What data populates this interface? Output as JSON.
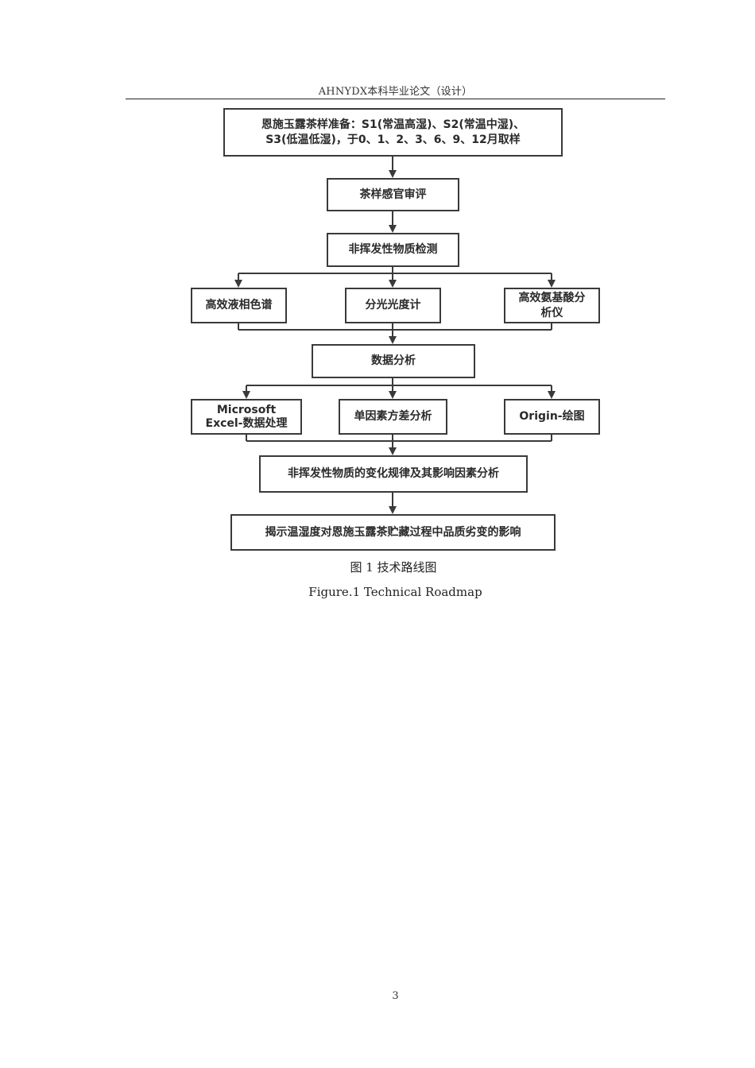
{
  "header": {
    "text": "AHNYDX本科毕业论文（设计）"
  },
  "flowchart": {
    "step_samples": {
      "line1": "恩施玉露茶样准备：S1(常温高湿)、S2(常温中湿)、",
      "line2": "S3(低温低湿)，于0、1、2、3、6、9、12月取样"
    },
    "step_sensory": "茶样感官审评",
    "step_nonvolatile_detection": "非挥发性物质检测",
    "methods": [
      {
        "line1": "高效液相色谱",
        "line2": ""
      },
      {
        "line1": "分光光度计",
        "line2": ""
      },
      {
        "line1": "高效氨基酸分",
        "line2": "析仪"
      }
    ],
    "step_data_analysis": "数据分析",
    "tools": [
      {
        "line1": "Microsoft",
        "line2": "Excel-数据处理"
      },
      {
        "line1": "单因素方差分析",
        "line2": ""
      },
      {
        "line1": "Origin-绘图",
        "line2": ""
      }
    ],
    "step_change_analysis": "非挥发性物质的变化规律及其影响因素分析",
    "step_conclusion": "揭示温湿度对恩施玉露茶贮藏过程中品质劣变的影响"
  },
  "figure": {
    "caption_cn": "图 1 技术路线图",
    "caption_en": "Figure.1 Technical Roadmap"
  },
  "page_number": "3"
}
